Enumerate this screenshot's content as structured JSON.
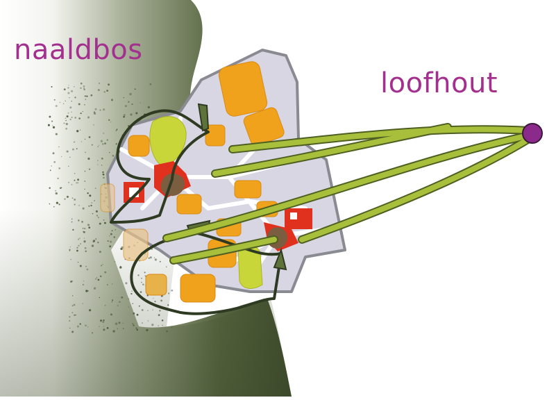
{
  "labels": {
    "conifer": "naaldbos",
    "deciduous": "loofhout"
  },
  "colors": {
    "label": "#a3308f",
    "forest_dark": "#3c4a2b",
    "town_fill": "#d8d6e2",
    "town_outline": "#8a8a92",
    "street": "#ffffff",
    "block_orange": "#f0a21c",
    "block_lime": "#c9d63a",
    "center_red": "#e0301e",
    "hill_brown": "#7b5e3f",
    "green_corridor": "#a8bf3c",
    "node_purple": "#8c2a8c",
    "arrow_green": "#5e7339"
  },
  "icons": [
    "forest-gradient",
    "town-map",
    "green-corridor",
    "source-node",
    "forest-arrow"
  ]
}
